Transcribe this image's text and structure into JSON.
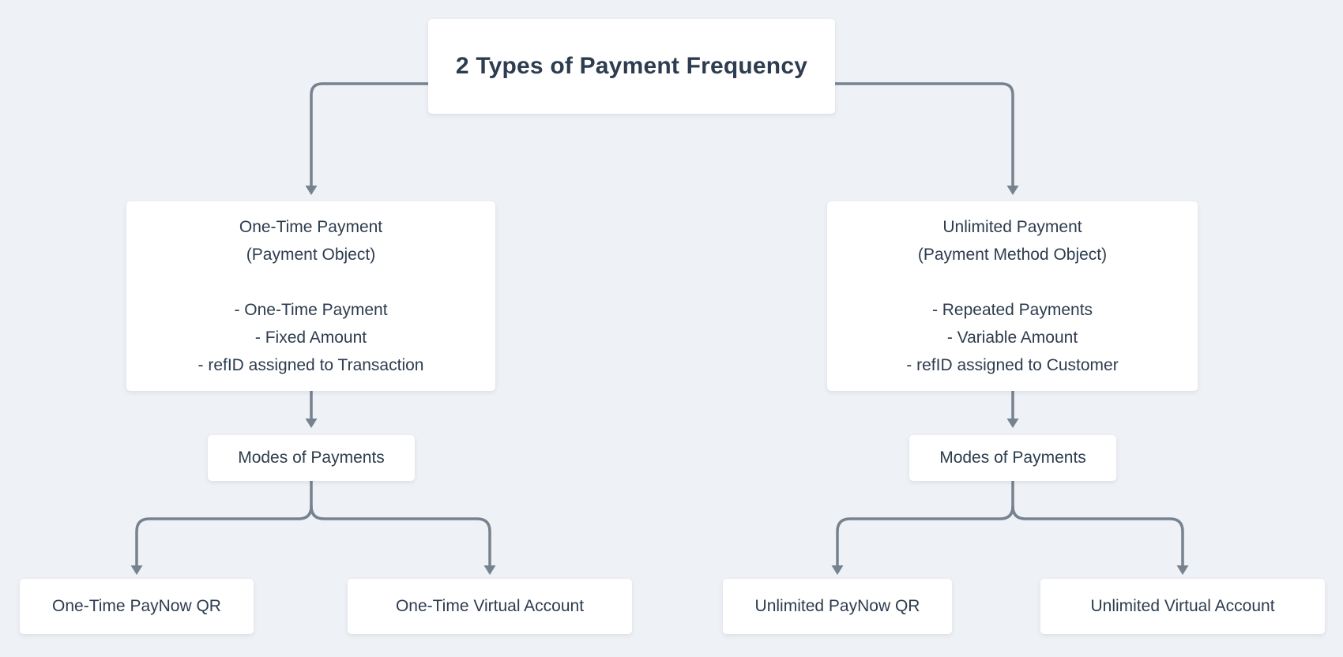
{
  "colors": {
    "background": "#eef1f5",
    "node_background": "#ffffff",
    "text": "#2d3c4e",
    "connector": "#76828f"
  },
  "diagram": {
    "root": {
      "label": "2 Types of Payment Frequency"
    },
    "branches": [
      {
        "id": "one-time",
        "node": {
          "title": "One-Time Payment",
          "subtitle": "(Payment Object)",
          "bullets": [
            "- One-Time Payment",
            "- Fixed Amount",
            "- refID assigned to Transaction"
          ]
        },
        "modes_label": "Modes of Payments",
        "children": [
          {
            "label": "One-Time PayNow QR"
          },
          {
            "label": "One-Time Virtual Account"
          }
        ]
      },
      {
        "id": "unlimited",
        "node": {
          "title": "Unlimited Payment",
          "subtitle": "(Payment Method Object)",
          "bullets": [
            "- Repeated Payments",
            "- Variable Amount",
            "- refID assigned to Customer"
          ]
        },
        "modes_label": "Modes of Payments",
        "children": [
          {
            "label": "Unlimited PayNow QR"
          },
          {
            "label": "Unlimited Virtual Account"
          }
        ]
      }
    ]
  }
}
